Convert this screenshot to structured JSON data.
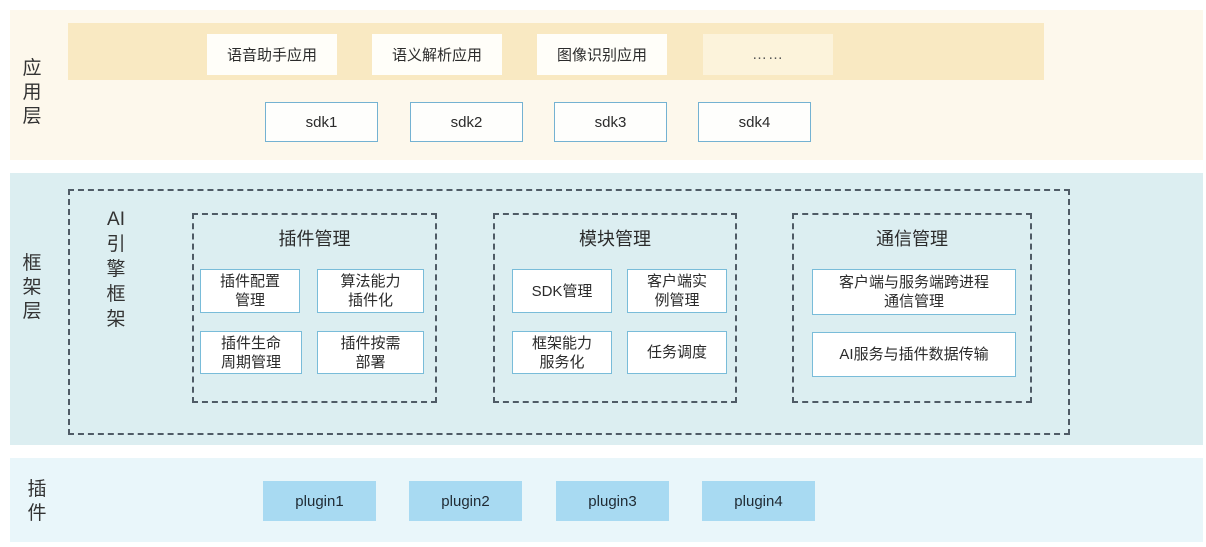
{
  "layers": {
    "application": {
      "label": "应\n用\n层",
      "apps": [
        {
          "label": "语音助手应用"
        },
        {
          "label": "语义解析应用"
        },
        {
          "label": "图像识别应用"
        },
        {
          "label": "……"
        }
      ],
      "sdks": [
        {
          "label": "sdk1"
        },
        {
          "label": "sdk2"
        },
        {
          "label": "sdk3"
        },
        {
          "label": "sdk4"
        }
      ]
    },
    "framework": {
      "label": "框\n架\n层",
      "engine_label": "AI\n引\n擎\n框\n架",
      "groups": [
        {
          "title": "插件管理",
          "items": [
            "插件配置\n管理",
            "算法能力\n插件化",
            "插件生命\n周期管理",
            "插件按需\n部署"
          ]
        },
        {
          "title": "模块管理",
          "items": [
            "SDK管理",
            "客户端实\n例管理",
            "框架能力\n服务化",
            "任务调度"
          ]
        },
        {
          "title": "通信管理",
          "items": [
            "客户端与服务端跨进程\n通信管理",
            "AI服务与插件数据传输"
          ]
        }
      ]
    },
    "plugin": {
      "label": "插\n件",
      "plugins": [
        {
          "label": "plugin1"
        },
        {
          "label": "plugin2"
        },
        {
          "label": "plugin3"
        },
        {
          "label": "plugin4"
        }
      ]
    }
  },
  "colors": {
    "app_layer_bg": "#fdf8ec",
    "app_band_bg": "#f9e9c2",
    "framework_layer_bg": "#dceef1",
    "plugin_layer_bg": "#e9f6fa",
    "plugin_box_bg": "#a8daf2",
    "box_border_blue": "#79bcd9",
    "dashed_border": "#4f5b66"
  }
}
